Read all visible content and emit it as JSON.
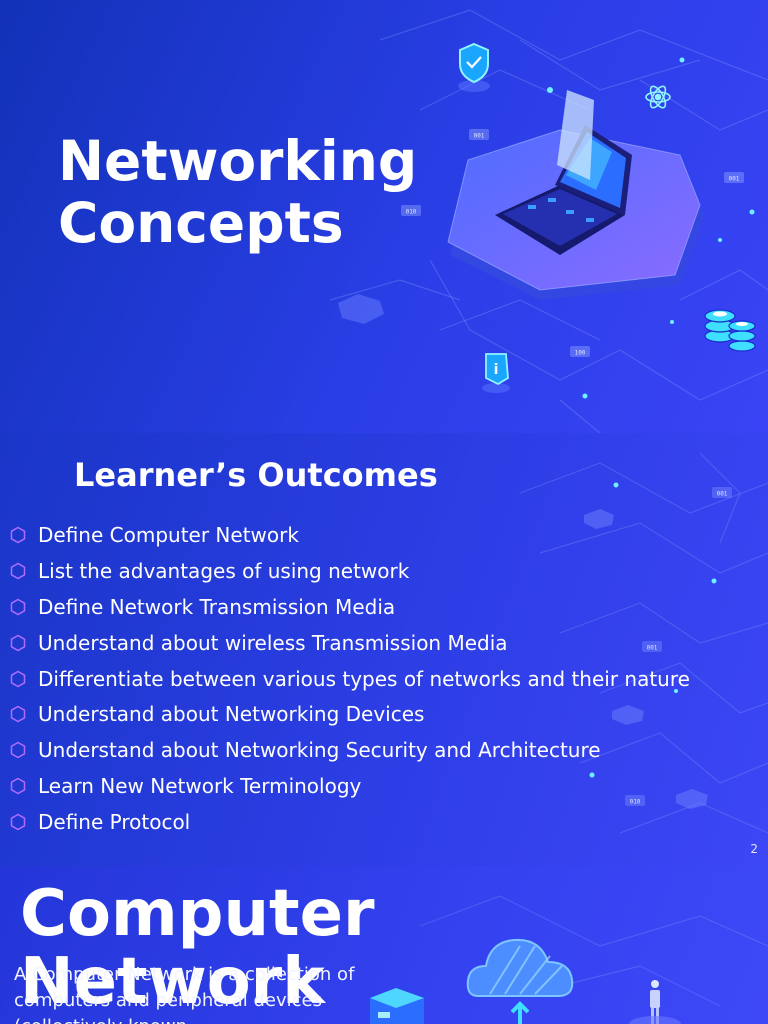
{
  "slide1": {
    "title": "Networking Concepts",
    "icons": [
      "shield-check-icon",
      "atom-icon",
      "laptop-illustration",
      "database-icon",
      "info-icon"
    ],
    "tags": [
      "001",
      "010",
      "001",
      "100"
    ]
  },
  "slide2": {
    "heading": "Learner’s Outcomes",
    "bullet_icon": "hexagon-bullet-icon",
    "items": [
      "Define Computer Network",
      "List the advantages of using network",
      "Define Network Transmission Media",
      "Understand about wireless Transmission Media",
      "Differentiate between various types of networks and their nature",
      "Understand about Networking Devices",
      "Understand about Networking Security and Architecture",
      "Learn New Network Terminology",
      "Define Protocol"
    ],
    "page_number": "2",
    "tags": [
      "001",
      "001",
      "010"
    ]
  },
  "slide3": {
    "title": "Computer Network",
    "paragraph": "A Computer Network is a collection of computers and peripheral devices (collectively known",
    "icons": [
      "cloud-icon",
      "server-icon",
      "person-icon"
    ]
  },
  "colors": {
    "accent": "#4fe3ff",
    "bullet": "#b06cff",
    "background": "#2a3ee6"
  }
}
